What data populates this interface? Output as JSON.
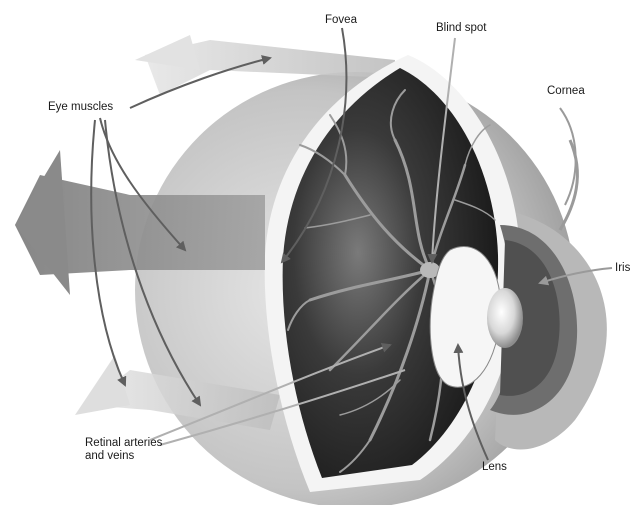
{
  "labels": {
    "fovea": "Fovea",
    "blind_spot": "Blind spot",
    "cornea": "Cornea",
    "eye_muscles": "Eye muscles",
    "iris": "Iris",
    "retinal_line1": "Retinal arteries",
    "retinal_line2": "and veins",
    "lens": "Lens"
  },
  "colors": {
    "background": "#ffffff",
    "sclera": "#c9c9c9",
    "retina_interior": "#1c1c1c",
    "vessels": "#9a9a9a",
    "muscles": "#8a8a8a",
    "lens": "#f2f2f2",
    "iris": "#6e6e6e",
    "pointer_arrows": "#707070"
  }
}
